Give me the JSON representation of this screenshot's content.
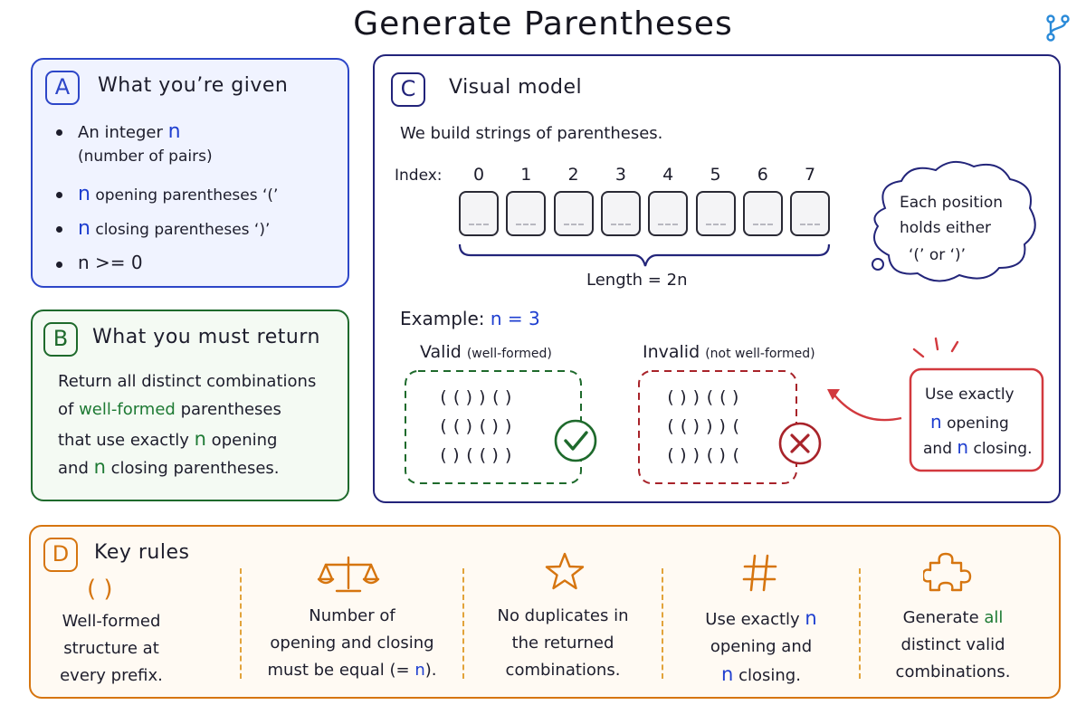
{
  "title": "Generate Parentheses",
  "icon_names": [
    "git-branch-icon",
    "balance-scale-icon",
    "star-icon",
    "hash-icon",
    "puzzle-icon",
    "check-icon",
    "x-icon"
  ],
  "colors": {
    "blue": "#1f3fd0",
    "green": "#1e7a34",
    "navy": "#23257a",
    "red": "#a8232a",
    "orange": "#d6750f"
  },
  "panel_a": {
    "badge": "A",
    "heading": "What you’re given",
    "b1_pre": "An integer ",
    "b1_n": "n",
    "b1_sub": "(number of pairs)",
    "b2_n": "n",
    "b2_text": " opening parentheses ‘(’",
    "b3_n": "n",
    "b3_text": " closing parentheses ‘)’",
    "b4": "n >= 0"
  },
  "panel_b": {
    "badge": "B",
    "heading": "What you must return",
    "l1": "Return all distinct combinations",
    "l2_pre": "of ",
    "l2_em": "well-formed",
    "l2_post": " parentheses",
    "l3_pre": "that use exactly ",
    "l3_n": "n",
    "l3_post": " opening",
    "l4_pre": "and ",
    "l4_n": "n",
    "l4_post": " closing parentheses."
  },
  "panel_c": {
    "badge": "C",
    "heading": "Visual model",
    "intro": "We build strings of parentheses.",
    "index_label": "Index:",
    "indices": [
      "0",
      "1",
      "2",
      "3",
      "4",
      "5",
      "6",
      "7"
    ],
    "length_label": "Length = 2n",
    "thought": [
      "Each position",
      "holds either",
      "‘(’ or ‘)’"
    ],
    "example_label": "Example: ",
    "example_value": "n = 3",
    "valid_title": "Valid",
    "valid_note": "(well-formed)",
    "valid": [
      "(())()",
      "(()())",
      "()(())"
    ],
    "invalid_title": "Invalid",
    "invalid_note": "(not well-formed)",
    "invalid": [
      "())(()",
      "(()))(",
      "())()("
    ],
    "callout_l1": "Use exactly",
    "callout_n1": "n",
    "callout_l2": " opening",
    "callout_l3_pre": "and ",
    "callout_n2": "n",
    "callout_l3_post": " closing."
  },
  "panel_d": {
    "badge": "D",
    "heading": "Key rules",
    "r1_icon": "( )",
    "r1": [
      "Well-formed",
      "structure at",
      "every prefix."
    ],
    "r2_l1": "Number of",
    "r2_l2": "opening and closing",
    "r2_l3_pre": "must be equal (= ",
    "r2_n": "n",
    "r2_l3_post": ").",
    "r3": [
      "No duplicates in",
      "the returned",
      "combinations."
    ],
    "r4_l1_pre": "Use exactly ",
    "r4_n1": "n",
    "r4_l2": "opening and",
    "r4_n2": "n",
    "r4_l3_post": " closing.",
    "r5_l1_pre": "Generate ",
    "r5_l1_em": "all",
    "r5_l2": "distinct valid",
    "r5_l3": "combinations."
  }
}
